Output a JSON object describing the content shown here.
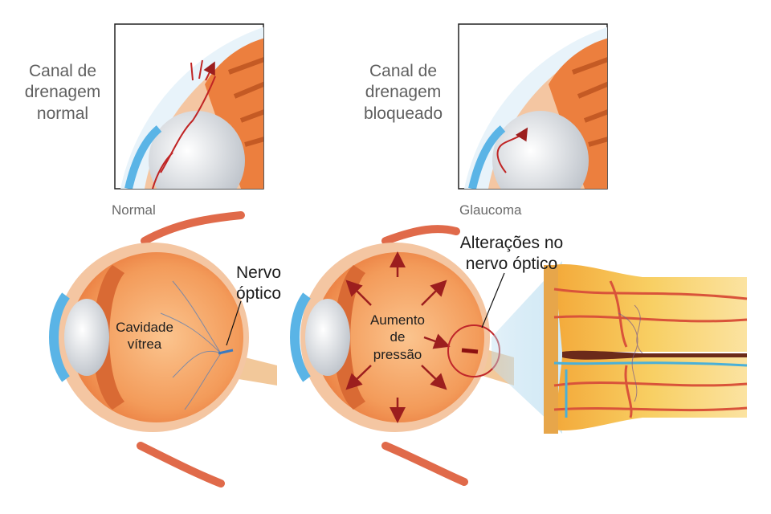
{
  "labels": {
    "normal_channel": [
      "Canal de",
      "drenagem",
      "normal"
    ],
    "blocked_channel": [
      "Canal de",
      "drenagem",
      "bloqueado"
    ],
    "normal": "Normal",
    "glaucoma": "Glaucoma",
    "optic_nerve": [
      "Nervo",
      "óptico"
    ],
    "vitreous": [
      "Cavidade",
      "vítrea"
    ],
    "pressure": [
      "Aumento",
      "de",
      "pressão"
    ],
    "nerve_changes": [
      "Alterações no",
      "nervo óptico"
    ]
  },
  "colors": {
    "eye_orange": "#f08a45",
    "eye_inner": "#f7a968",
    "sclera": "#f4c6a2",
    "cornea_blue": "#5ab4e6",
    "muscle_red": "#e06a4a",
    "arrow_red": "#9c1e1e",
    "nerve_yellow": "#f6c54a",
    "vessel_red": "#d9533a",
    "vessel_blue": "#4ab0d8",
    "callout_circle": "#c0262a",
    "lens_white": "#e9ecef"
  }
}
